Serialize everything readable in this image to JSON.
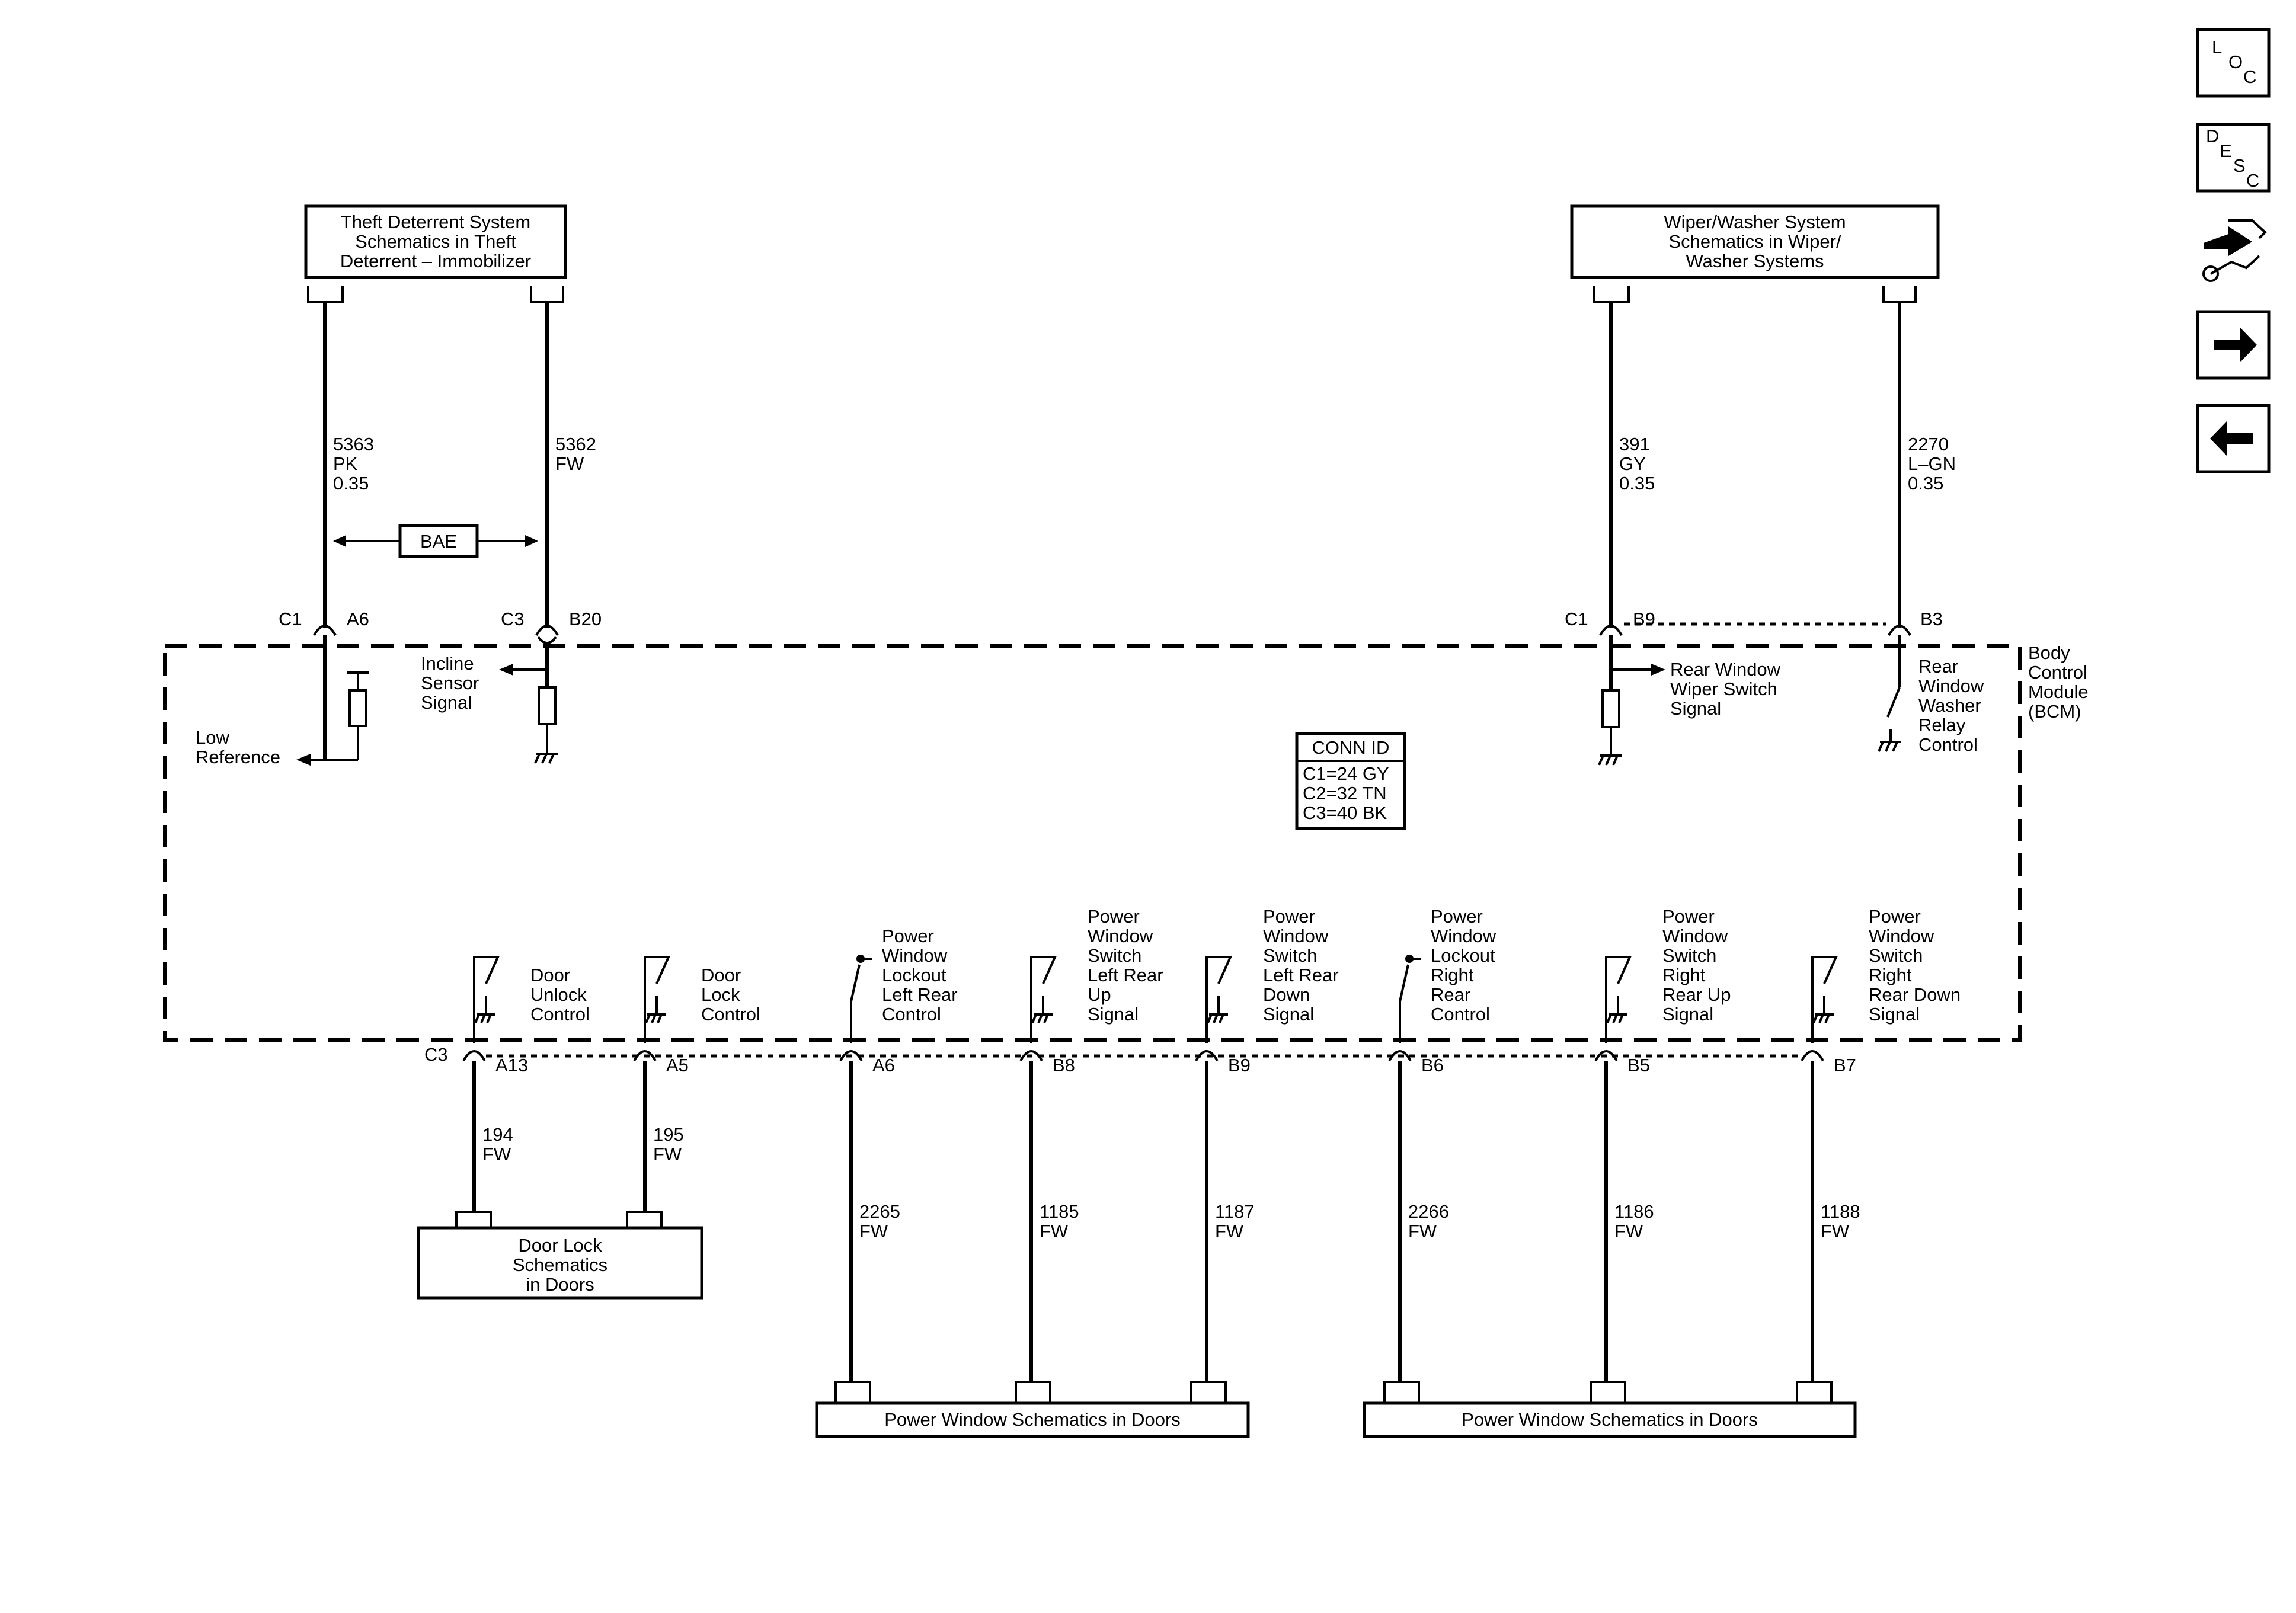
{
  "nav_icons": {
    "loc": {
      "letters": [
        "L",
        "O",
        "C"
      ]
    },
    "desc": {
      "letters": [
        "D",
        "E",
        "S",
        "C"
      ]
    }
  },
  "refs": {
    "theft": [
      "Theft Deterrent System",
      "Schematics in Theft",
      "Deterrent – Immobilizer"
    ],
    "wiper": [
      "Wiper/Washer System",
      "Schematics in Wiper/",
      "Washer Systems"
    ],
    "doorlock": [
      "Door Lock",
      "Schematics",
      "in Doors"
    ],
    "pw_left": "Power Window Schematics in Doors",
    "pw_right": "Power Window Schematics in Doors"
  },
  "bae": "BAE",
  "module": [
    "Body",
    "Control",
    "Module",
    "(BCM)"
  ],
  "conn_id": {
    "title": "CONN ID",
    "rows": [
      "C1=24 GY",
      "C2=32 TN",
      "C3=40 BK"
    ]
  },
  "top_wires": [
    {
      "lines": [
        "5363",
        "PK",
        "0.35"
      ],
      "conn": "C1",
      "pin": "A6"
    },
    {
      "lines": [
        "5362",
        "FW"
      ],
      "conn": "C3",
      "pin": "B20"
    },
    {
      "lines": [
        "391",
        "GY",
        "0.35"
      ],
      "conn": "C1",
      "pin": "B9"
    },
    {
      "lines": [
        "2270",
        "L–GN",
        "0.35"
      ],
      "conn": "",
      "pin": "B3"
    }
  ],
  "top_internal": {
    "low_ref": [
      "Low",
      "Reference"
    ],
    "incline": [
      "Incline",
      "Sensor",
      "Signal"
    ],
    "rear_wiper": [
      "Rear Window",
      "Wiper Switch",
      "Signal"
    ],
    "rear_washer": [
      "Rear",
      "Window",
      "Washer",
      "Relay",
      "Control"
    ]
  },
  "bottom_conn": "C3",
  "bottom_pins": [
    {
      "pin": "A13",
      "func": [
        "Door",
        "Unlock",
        "Control"
      ],
      "wire": [
        "194",
        "FW"
      ]
    },
    {
      "pin": "A5",
      "func": [
        "Door",
        "Lock",
        "Control"
      ],
      "wire": [
        "195",
        "FW"
      ]
    },
    {
      "pin": "A6",
      "func": [
        "Power",
        "Window",
        "Lockout",
        "Left Rear",
        "Control"
      ],
      "wire": [
        "2265",
        "FW"
      ]
    },
    {
      "pin": "B8",
      "func": [
        "Power",
        "Window",
        "Switch",
        "Left Rear",
        "Up",
        "Signal"
      ],
      "wire": [
        "1185",
        "FW"
      ]
    },
    {
      "pin": "B9",
      "func": [
        "Power",
        "Window",
        "Switch",
        "Left Rear",
        "Down",
        "Signal"
      ],
      "wire": [
        "1187",
        "FW"
      ]
    },
    {
      "pin": "B6",
      "func": [
        "Power",
        "Window",
        "Lockout",
        "Right",
        "Rear",
        "Control"
      ],
      "wire": [
        "2266",
        "FW"
      ]
    },
    {
      "pin": "B5",
      "func": [
        "Power",
        "Window",
        "Switch",
        "Right",
        "Rear Up",
        "Signal"
      ],
      "wire": [
        "1186",
        "FW"
      ]
    },
    {
      "pin": "B7",
      "func": [
        "Power",
        "Window",
        "Switch",
        "Right",
        "Rear Down",
        "Signal"
      ],
      "wire": [
        "1188",
        "FW"
      ]
    }
  ]
}
